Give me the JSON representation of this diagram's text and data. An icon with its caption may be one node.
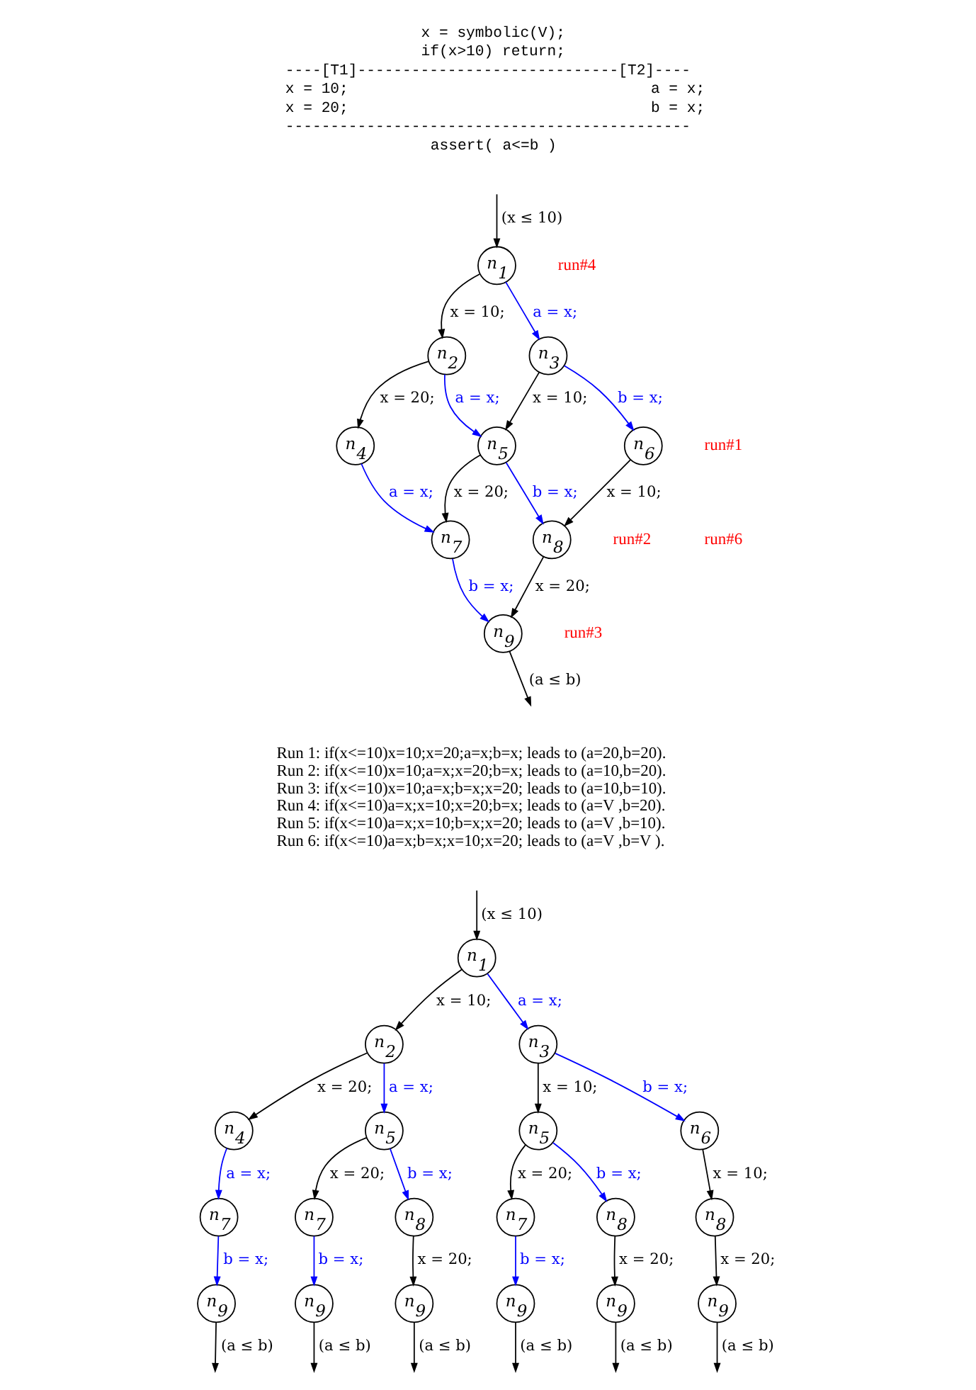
{
  "diagram": {
    "nodes": [
      {
        "text": [
          "n$_{1}$"
        ]
      },
      {
        "text": [
          "n$_{2}$"
        ]
      },
      {
        "text": [
          "n$_{3}$"
        ]
      },
      {
        "text": [
          "n$_{4}$"
        ]
      },
      {
        "text": [
          "n$_{5}$"
        ]
      },
      {
        "text": [
          "n$_{6}$"
        ]
      },
      {
        "text": [
          "n$_{7}$"
        ]
      },
      {
        "text": [
          "n$_{8}$"
        ]
      },
      {
        "text": [
          "n$_{9}$"
        ]
      },
      {
        "text": [
          "n$_{1}$"
        ]
      },
      {
        "text": [
          "n$_{2}$"
        ]
      },
      {
        "text": [
          "n$_{3}$"
        ]
      },
      {
        "text": [
          "n$_{4}$"
        ]
      },
      {
        "text": [
          "n$_{5}$"
        ]
      },
      {
        "text": [
          "n$_{5}$"
        ]
      },
      {
        "text": [
          "n$_{6}$"
        ]
      },
      {
        "text": [
          "n$_{7}$"
        ]
      },
      {
        "text": [
          "n$_{7}$"
        ]
      },
      {
        "text": [
          "n$_{8}$"
        ]
      },
      {
        "text": [
          "n$_{7}$"
        ]
      },
      {
        "text": [
          "n$_{8}$"
        ]
      },
      {
        "text": [
          "n$_{8}$"
        ]
      },
      {
        "text": [
          "n$_{9}$"
        ]
      },
      {
        "text": [
          "n$_{9}$"
        ]
      },
      {
        "text": [
          "n$_{9}$"
        ]
      },
      {
        "text": [
          "n$_{9}$"
        ]
      },
      {
        "text": [
          "n$_{9}$"
        ]
      },
      {
        "text": [
          "n$_{9}$"
        ]
      }
    ],
    "edges": [
      {
        "from": null,
        "to": 0,
        "arrow": "to",
        "label": "(x ≤ 10)"
      },
      {
        "from": 0,
        "to": 1,
        "arrow": "to",
        "label": "x = 10;"
      },
      {
        "from": 0,
        "to": 2,
        "arrow": "to",
        "label": "a = x;",
        "color": "#0000ff"
      },
      {
        "from": 1,
        "to": 3,
        "arrow": "to",
        "label": "x = 20;"
      },
      {
        "from": 1,
        "to": 4,
        "arrow": "to",
        "label": "a = x;",
        "color": "#0000ff"
      },
      {
        "from": 2,
        "to": 4,
        "arrow": "to",
        "label": "x = 10;"
      },
      {
        "from": 2,
        "to": 5,
        "arrow": "to",
        "label": "b = x;",
        "color": "#0000ff"
      },
      {
        "from": 3,
        "to": 6,
        "arrow": "to",
        "label": "a = x;",
        "color": "#0000ff"
      },
      {
        "from": 4,
        "to": 6,
        "arrow": "to",
        "label": "x = 20;"
      },
      {
        "from": 4,
        "to": 7,
        "arrow": "to",
        "label": "b = x;",
        "color": "#0000ff"
      },
      {
        "from": 5,
        "to": 7,
        "arrow": "to",
        "label": "x = 10;"
      },
      {
        "from": 6,
        "to": 8,
        "arrow": "to",
        "label": "b = x;",
        "color": "#0000ff"
      },
      {
        "from": 7,
        "to": 8,
        "arrow": "to",
        "label": "x = 20;"
      },
      {
        "from": 8,
        "to": null,
        "arrow": "to",
        "label": "(a ≤ b)"
      },
      {
        "from": null,
        "to": 9,
        "arrow": "to",
        "label": "(x ≤ 10)"
      },
      {
        "from": 9,
        "to": 10,
        "arrow": "to",
        "label": "x = 10;"
      },
      {
        "from": 9,
        "to": 11,
        "arrow": "to",
        "label": "a = x;",
        "color": "#0000ff"
      },
      {
        "from": 10,
        "to": 12,
        "arrow": "to",
        "label": "x = 20;"
      },
      {
        "from": 10,
        "to": 13,
        "arrow": "to",
        "label": "a = x;",
        "color": "#0000ff"
      },
      {
        "from": 11,
        "to": 14,
        "arrow": "to",
        "label": "x = 10;"
      },
      {
        "from": 11,
        "to": 15,
        "arrow": "to",
        "label": "b = x;",
        "color": "#0000ff"
      },
      {
        "from": 12,
        "to": 16,
        "arrow": "to",
        "label": "a = x;",
        "color": "#0000ff"
      },
      {
        "from": 13,
        "to": 17,
        "arrow": "to",
        "label": "x = 20;"
      },
      {
        "from": 13,
        "to": 18,
        "arrow": "to",
        "label": "b = x;",
        "color": "#0000ff"
      },
      {
        "from": 14,
        "to": 19,
        "arrow": "to",
        "label": "x = 20;"
      },
      {
        "from": 14,
        "to": 20,
        "arrow": "to",
        "label": "b = x;",
        "color": "#0000ff"
      },
      {
        "from": 15,
        "to": 21,
        "arrow": "to",
        "label": "x = 10;"
      },
      {
        "from": 16,
        "to": 22,
        "arrow": "to",
        "label": "b = x;",
        "color": "#0000ff"
      },
      {
        "from": 17,
        "to": 23,
        "arrow": "to",
        "label": "b = x;",
        "color": "#0000ff"
      },
      {
        "from": 18,
        "to": 24,
        "arrow": "to",
        "label": "x = 20;"
      },
      {
        "from": 19,
        "to": 25,
        "arrow": "to",
        "label": "b = x;",
        "color": "#0000ff"
      },
      {
        "from": 20,
        "to": 26,
        "arrow": "to",
        "label": "x = 20;"
      },
      {
        "from": 21,
        "to": 27,
        "arrow": "to",
        "label": "x = 20;"
      },
      {
        "from": 22,
        "to": null,
        "arrow": "to",
        "label": "(a ≤ b)"
      },
      {
        "from": 23,
        "to": null,
        "arrow": "to",
        "label": "(a ≤ b)"
      },
      {
        "from": 24,
        "to": null,
        "arrow": "to",
        "label": "(a ≤ b)"
      },
      {
        "from": 25,
        "to": null,
        "arrow": "to",
        "label": "(a ≤ b)"
      },
      {
        "from": 26,
        "to": null,
        "arrow": "to",
        "label": "(a ≤ b)"
      },
      {
        "from": 27,
        "to": null,
        "arrow": "to",
        "label": "(a ≤ b)"
      }
    ],
    "labels": [
      "x = symbolic(V);",
      "if(x>10) return;",
      "----[T1]-----------------------------[T2]----",
      "x = 10;",
      "a = x;",
      "x = 20;",
      "b = x;",
      "---------------------------------------------",
      "assert( a<=b )",
      "run#4",
      "run#2",
      "run#1",
      "run#6",
      "run#3",
      "Run 1: if(x<=10)x=10;x=20;a=x;b=x; leads to (a=20,b=20).",
      "Run 2: if(x<=10)x=10;a=x;x=20;b=x; leads to (a=10,b=20).",
      "Run 3: if(x<=10)x=10;a=x;b=x;x=20; leads to (a=10,b=10).",
      "Run 4: if(x<=10)a=x;x=10;x=20;b=x; leads to (a=V ,b=20).",
      "Run 5: if(x<=10)a=x;x=10;b=x;x=20; leads to (a=V ,b=10).",
      "Run 6: if(x<=10)a=x;b=x;x=10;x=20; leads to (a=V ,b=V )."
    ]
  }
}
